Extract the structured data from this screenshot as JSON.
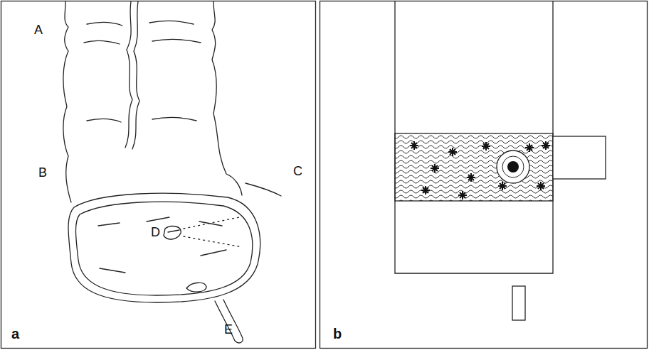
{
  "diagram": {
    "labels": [
      "A",
      "B",
      "C",
      "D",
      "E",
      "a",
      "b"
    ]
  }
}
